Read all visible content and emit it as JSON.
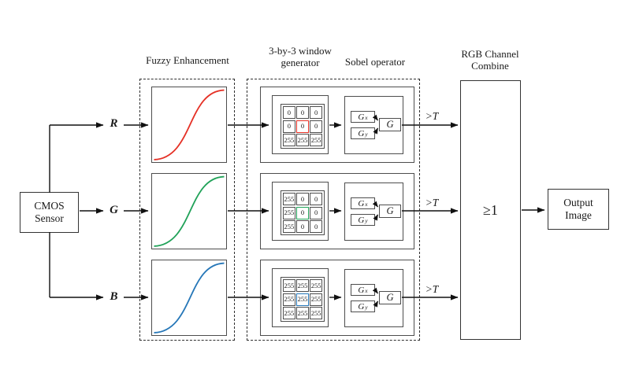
{
  "colors": {
    "channel_red": "#e53126",
    "channel_green": "#21a259",
    "channel_blue": "#2677b8",
    "line": "#111111",
    "box_border": "#4d4d4d"
  },
  "cmos": {
    "line1": "CMOS",
    "line2": "Sensor"
  },
  "output": {
    "line1": "Output",
    "line2": "Image"
  },
  "headers": {
    "fuzzy": "Fuzzy Enhancement",
    "window_line1": "3-by-3 window",
    "window_line2": "generator",
    "sobel": "Sobel operator",
    "combine_line1": "RGB Channel",
    "combine_line2": "Combine"
  },
  "combine": {
    "gate": "≥1"
  },
  "labels": {
    "threshold": ">T"
  },
  "sobel": {
    "gx_main": "G",
    "gx_sub": "x",
    "gy_main": "G",
    "gy_sub": "y",
    "g": "G"
  },
  "channels": [
    {
      "label": "R",
      "color": "#e53126",
      "matrix": [
        [
          "0",
          "0",
          "0"
        ],
        [
          "0",
          "0",
          "0"
        ],
        [
          "255",
          "255",
          "255"
        ]
      ]
    },
    {
      "label": "G",
      "color": "#21a259",
      "matrix": [
        [
          "255",
          "0",
          "0"
        ],
        [
          "255",
          "0",
          "0"
        ],
        [
          "255",
          "0",
          "0"
        ]
      ]
    },
    {
      "label": "B",
      "color": "#2677b8",
      "matrix": [
        [
          "255",
          "255",
          "255"
        ],
        [
          "255",
          "255",
          "255"
        ],
        [
          "255",
          "255",
          "255"
        ]
      ]
    }
  ]
}
